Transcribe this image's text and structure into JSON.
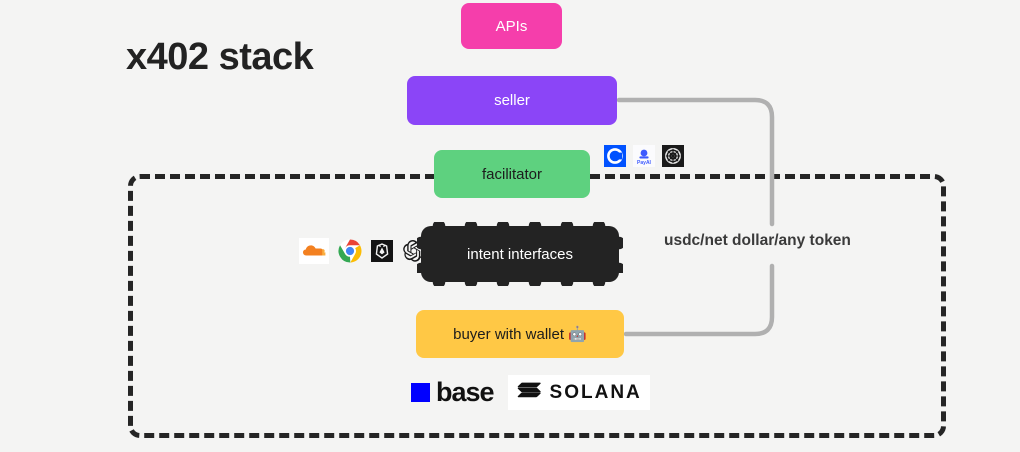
{
  "page": {
    "title": "x402 stack",
    "background_color": "#f4f4f3"
  },
  "diagram": {
    "type": "stack-architecture",
    "boundary": {
      "style": "dashed",
      "color": "#252525"
    },
    "nodes": [
      {
        "id": "apis",
        "label": "APIs",
        "color": "#f53eab",
        "text_color": "#ffffff"
      },
      {
        "id": "seller",
        "label": "seller",
        "color": "#8b45f7",
        "text_color": "#ffffff"
      },
      {
        "id": "facilitator",
        "label": "facilitator",
        "color": "#5ed17f",
        "text_color": "#1c1c1c"
      },
      {
        "id": "intent",
        "label": "intent interfaces",
        "color": "#232323",
        "text_color": "#ffffff"
      },
      {
        "id": "buyer",
        "label": "buyer with wallet 🤖",
        "color": "#ffc845",
        "text_color": "#1c1c1c"
      }
    ],
    "connector": {
      "label": "usdc/net dollar/any token",
      "color": "#b0b0b0",
      "from": "seller",
      "to": "buyer"
    },
    "facilitator_logos": [
      {
        "name": "coinbase-logo",
        "text": ""
      },
      {
        "name": "payai-logo",
        "text": "PayAI"
      },
      {
        "name": "thirdweb-logo",
        "text": ""
      }
    ],
    "intent_logos": [
      {
        "name": "cloudflare-logo",
        "text": ""
      },
      {
        "name": "chrome-logo",
        "text": ""
      },
      {
        "name": "brave-logo",
        "text": ""
      },
      {
        "name": "openai-logo",
        "text": ""
      }
    ],
    "chains": [
      {
        "name": "base-logo",
        "text": "base",
        "accent": "#0000ff"
      },
      {
        "name": "solana-logo",
        "text": "SOLANA",
        "accent": "#111111"
      }
    ]
  }
}
